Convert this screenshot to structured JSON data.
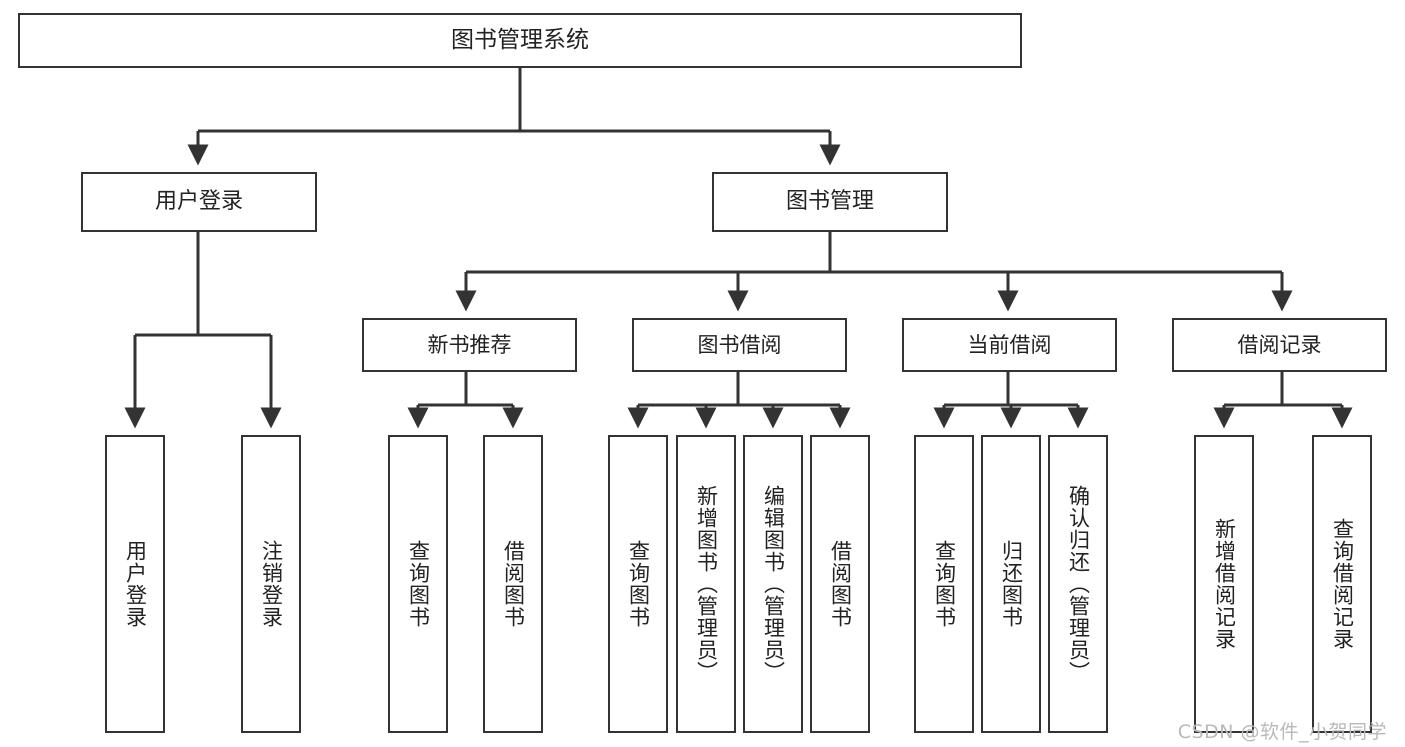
{
  "diagram": {
    "title": "图书管理系统",
    "watermark": "CSDN @软件_小贺同学",
    "line_color": "#333333",
    "box_fill": "#ffffff",
    "text_color": "#222222",
    "watermark_color": "#b9b9b9"
  },
  "nodes": {
    "root": {
      "label": "图书管理系统"
    },
    "level1": [
      {
        "label": "用户登录"
      },
      {
        "label": "图书管理"
      }
    ],
    "level2": [
      {
        "label": "新书推荐"
      },
      {
        "label": "图书借阅"
      },
      {
        "label": "当前借阅"
      },
      {
        "label": "借阅记录"
      }
    ],
    "leaves": [
      {
        "label": "用户登录"
      },
      {
        "label": "注销登录"
      },
      {
        "label": "查询图书"
      },
      {
        "label": "借阅图书"
      },
      {
        "label": "查询图书"
      },
      {
        "label": "新增图书（管理员）"
      },
      {
        "label": "编辑图书（管理员）"
      },
      {
        "label": "借阅图书"
      },
      {
        "label": "查询图书"
      },
      {
        "label": "归还图书"
      },
      {
        "label": "确认归还（管理员）"
      },
      {
        "label": "新增借阅记录"
      },
      {
        "label": "查询借阅记录"
      }
    ]
  }
}
